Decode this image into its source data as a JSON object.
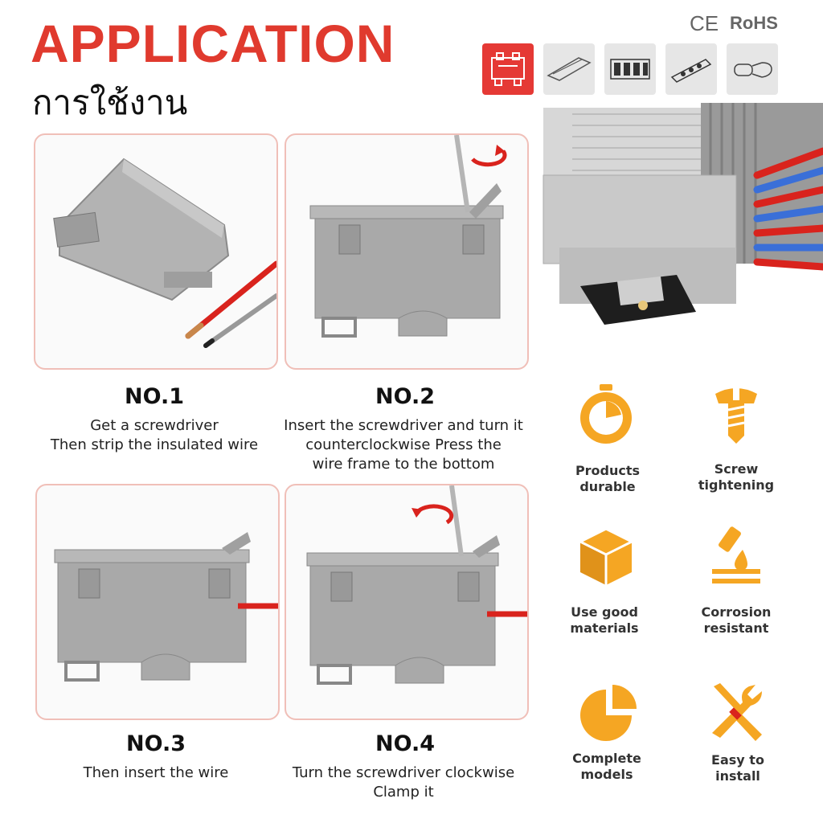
{
  "header": {
    "title": "APPLICATION",
    "subtitle": "การใช้งาน",
    "certifications": [
      "CE",
      "RoHS"
    ]
  },
  "thumbnails": [
    {
      "icon": "terminal-block-icon",
      "active": true
    },
    {
      "icon": "din-rail-icon",
      "active": false
    },
    {
      "icon": "terminal-strip-icon",
      "active": false
    },
    {
      "icon": "marker-strip-icon",
      "active": false
    },
    {
      "icon": "fork-terminal-icon",
      "active": false
    }
  ],
  "steps": [
    {
      "number": "NO.1",
      "lines": [
        "Get a screwdriver",
        "Then strip the insulated wire"
      ]
    },
    {
      "number": "NO.2",
      "lines": [
        "Insert the screwdriver and turn it",
        "counterclockwise Press the",
        "wire frame to the bottom"
      ]
    },
    {
      "number": "NO.3",
      "lines": [
        "Then insert the wire"
      ]
    },
    {
      "number": "NO.4",
      "lines": [
        "Turn the screwdriver clockwise",
        "Clamp it"
      ]
    }
  ],
  "features": [
    {
      "icon": "stopwatch-icon",
      "lines": [
        "Products",
        "durable"
      ]
    },
    {
      "icon": "screw-icon",
      "lines": [
        "Screw",
        "tightening"
      ]
    },
    {
      "icon": "cube-icon",
      "lines": [
        "Use good",
        "materials"
      ]
    },
    {
      "icon": "corrosion-drop-icon",
      "lines": [
        "Corrosion",
        "resistant"
      ]
    },
    {
      "icon": "pie-chart-icon",
      "lines": [
        "Complete",
        "models"
      ]
    },
    {
      "icon": "tools-icon",
      "lines": [
        "Easy to",
        "install"
      ]
    }
  ],
  "colors": {
    "brand_red": "#e03a2e",
    "accent_orange": "#f5a623",
    "block_gray": "#a9a9a9"
  }
}
